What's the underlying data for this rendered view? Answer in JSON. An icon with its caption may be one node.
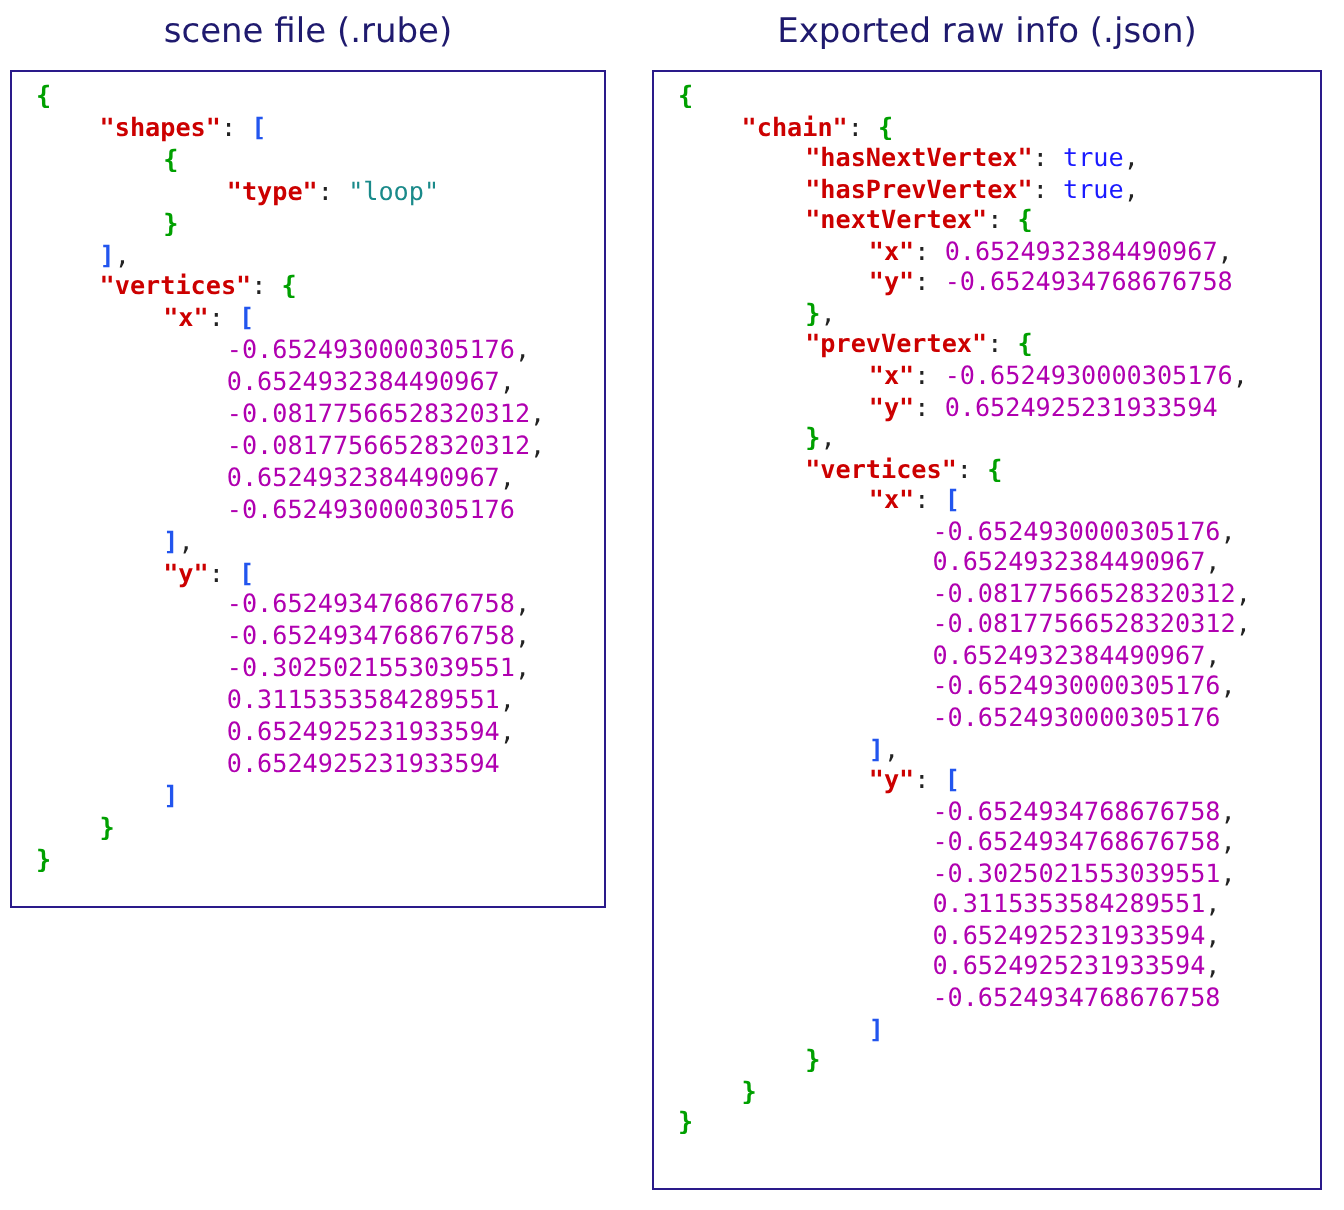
{
  "diagram": {
    "nodes": [
      {
        "text": [
          "scene file (.rube)",
          "{",
          "\"shapes\": [",
          "{",
          "\"type\": \"loop\"",
          "}",
          "],",
          "\"vertices\": {",
          "\"x\": [",
          "-0.6524930000305176,",
          "0.6524932384490967,",
          "-0.08177566528320312,",
          "-0.08177566528320312,",
          "0.6524932384490967,",
          "-0.6524930000305176",
          "],",
          "\"y\": [",
          "-0.6524934768676758,",
          "-0.6524934768676758,",
          "-0.3025021553039551,",
          "0.3115353584289551,",
          "0.6524925231933594,",
          "0.6524925231933594",
          "]",
          "}",
          "}"
        ]
      },
      {
        "text": [
          "Exported raw info (.json)",
          "{",
          "\"chain\": {",
          "\"hasNextVertex\": true,",
          "\"hasPrevVertex\": true,",
          "\"nextVertex\": {",
          "\"x\": 0.6524932384490967,",
          "\"y\": -0.6524934768676758",
          "},",
          "\"prevVertex\": {",
          "\"x\": -0.6524930000305176,",
          "\"y\": 0.6524925231933594",
          "},",
          "\"vertices\": {",
          "\"x\": [",
          "-0.6524930000305176,",
          "0.6524932384490967,",
          "-0.08177566528320312,",
          "-0.08177566528320312,",
          "0.6524932384490967,",
          "-0.6524930000305176,",
          "-0.6524930000305176",
          "],",
          "\"y\": [",
          "-0.6524934768676758,",
          "-0.6524934768676758,",
          "-0.3025021553039551,",
          "0.3115353584289551,",
          "0.6524925231933594,",
          "0.6524925231933594,",
          "-0.6524934768676758",
          "]",
          "}",
          "}",
          "}"
        ]
      }
    ]
  }
}
